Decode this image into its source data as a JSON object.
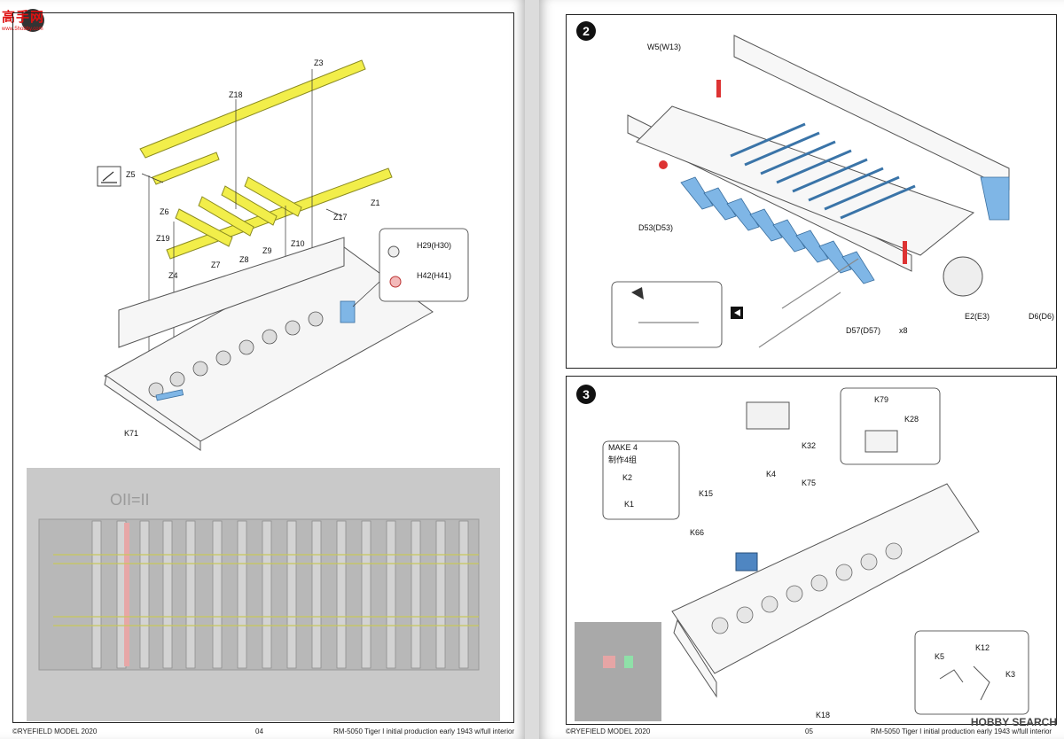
{
  "logo": {
    "chars": "高手网",
    "url": "www.5hobby.com"
  },
  "left_page": {
    "labels": {
      "Z3": "Z3",
      "Z18": "Z18",
      "Z5": "Z5",
      "Z6": "Z6",
      "Z1": "Z1",
      "Z17": "Z17",
      "Z19": "Z19",
      "Z4": "Z4",
      "Z7": "Z7",
      "Z8": "Z8",
      "Z9": "Z9",
      "Z10": "Z10",
      "H29": "H29(H30)",
      "H42": "H42(H41)",
      "K71": "K71"
    },
    "footer": {
      "brand": "©RYEFIELD MODEL 2020",
      "page": "04",
      "title": "RM-5050 Tiger I initial production early 1943 w/full interior"
    }
  },
  "right_page": {
    "step2": {
      "number": "2",
      "labels": {
        "W5": "W5(W13)",
        "D53": "D53(D53)",
        "E2": "E2(E3)",
        "D6": "D6(D6)",
        "D57": "D57(D57)",
        "x8": "x8"
      }
    },
    "step3": {
      "number": "3",
      "labels": {
        "K79": "K79",
        "K28": "K28",
        "K32": "K32",
        "MAKE4": "MAKE 4",
        "MAKE4_cn": "制作4组",
        "K2": "K2",
        "K1": "K1",
        "K15": "K15",
        "K4": "K4",
        "K75": "K75",
        "K66": "K66",
        "K5": "K5",
        "K12": "K12",
        "K3": "K3",
        "K18": "K18"
      }
    },
    "footer": {
      "brand": "©RYEFIELD MODEL 2020",
      "page": "05",
      "title": "RM-5050 Tiger I initial production early 1943 w/full interior"
    },
    "watermark": "HOBBY SEARCH"
  }
}
